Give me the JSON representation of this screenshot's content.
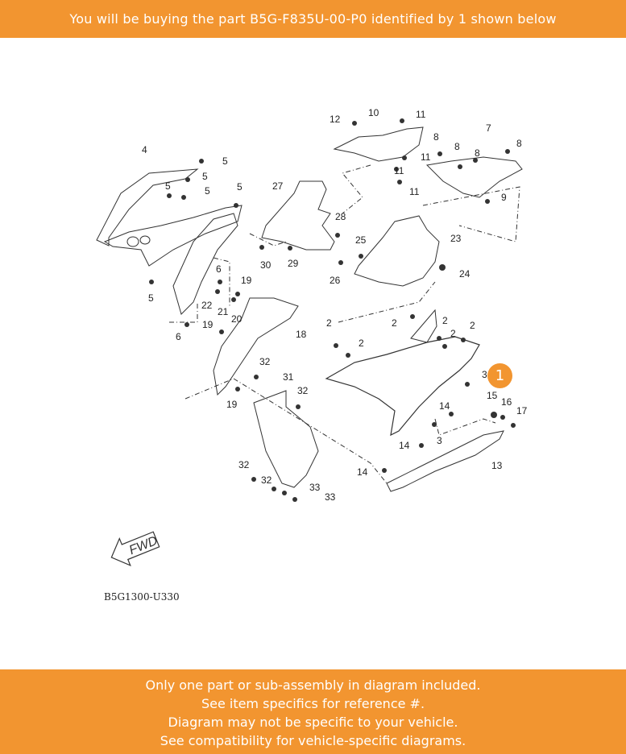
{
  "header": {
    "text": "You will be buying the part B5G-F835U-00-P0 identified by 1 shown below"
  },
  "footer": {
    "lines": [
      "Only one part or sub-assembly in diagram included.",
      "See item specifics for reference #.",
      "Diagram may not be specific to your vehicle.",
      "See compatibility for vehicle-specific diagrams."
    ]
  },
  "diagram": {
    "code": "B5G1300-U330",
    "fwd_label": "FWD",
    "highlight_number": "1",
    "callouts": [
      "1",
      "2",
      "3",
      "4",
      "5",
      "6",
      "7",
      "8",
      "9",
      "10",
      "11",
      "12",
      "13",
      "14",
      "15",
      "16",
      "17",
      "18",
      "19",
      "20",
      "21",
      "22",
      "23",
      "24",
      "25",
      "26",
      "27",
      "28",
      "29",
      "30",
      "31",
      "32",
      "33"
    ],
    "colors": {
      "accent": "#f29530",
      "line": "#333333"
    }
  }
}
